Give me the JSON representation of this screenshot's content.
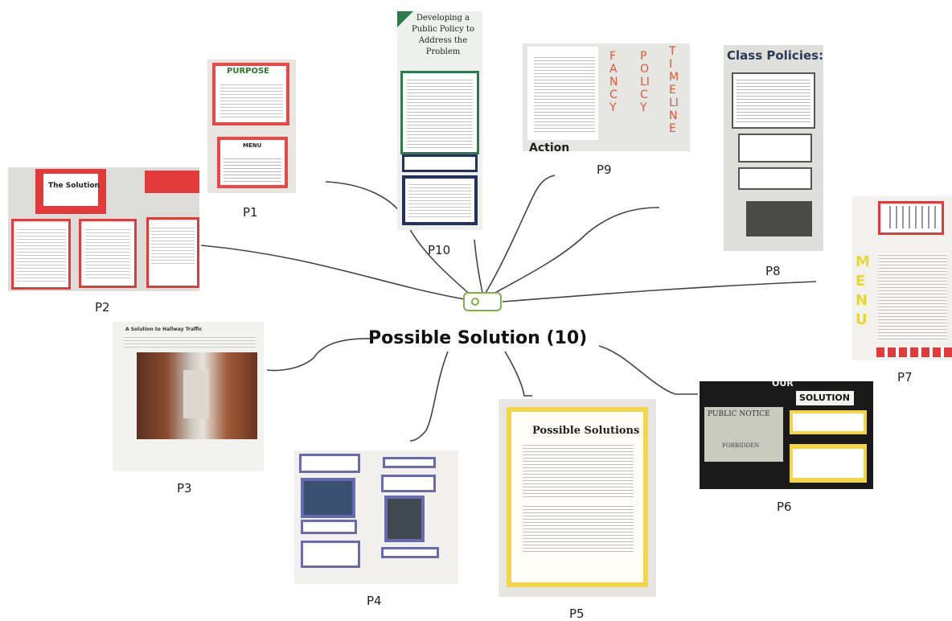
{
  "title": "Possible Solution (10)",
  "nodes": [
    {
      "id": "p1",
      "label": "P1"
    },
    {
      "id": "p2",
      "label": "P2"
    },
    {
      "id": "p3",
      "label": "P3"
    },
    {
      "id": "p4",
      "label": "P4"
    },
    {
      "id": "p5",
      "label": "P5"
    },
    {
      "id": "p6",
      "label": "P6"
    },
    {
      "id": "p7",
      "label": "P7"
    },
    {
      "id": "p8",
      "label": "P8"
    },
    {
      "id": "p9",
      "label": "P9"
    },
    {
      "id": "p10",
      "label": "P10"
    }
  ],
  "photo_text": {
    "p1_heading": "PURPOSE",
    "p1_menu": "MENU",
    "p2_heading": "The Solution",
    "p3_heading": "A Solution to Hallway Traffic",
    "p5_heading": "Possible Solutions",
    "p6_heading": "SOLUTION",
    "p6_notice": "PUBLIC NOTICE",
    "p6_forbidden": "FORBIDDEN",
    "p6_top": "OUR",
    "p7_side": "MENU",
    "p8_heading": "Class Policies:",
    "p9_action": "Action",
    "p9_words": [
      "FANCY",
      "POLICY",
      "TIMELINE"
    ],
    "p10_heading": "Developing a Public Policy to Address the Problem"
  },
  "colors": {
    "accent": "#7cb342",
    "line": "#444444",
    "red": "#e23a3a",
    "navy": "#26305a",
    "yellow": "#f3d54a"
  }
}
